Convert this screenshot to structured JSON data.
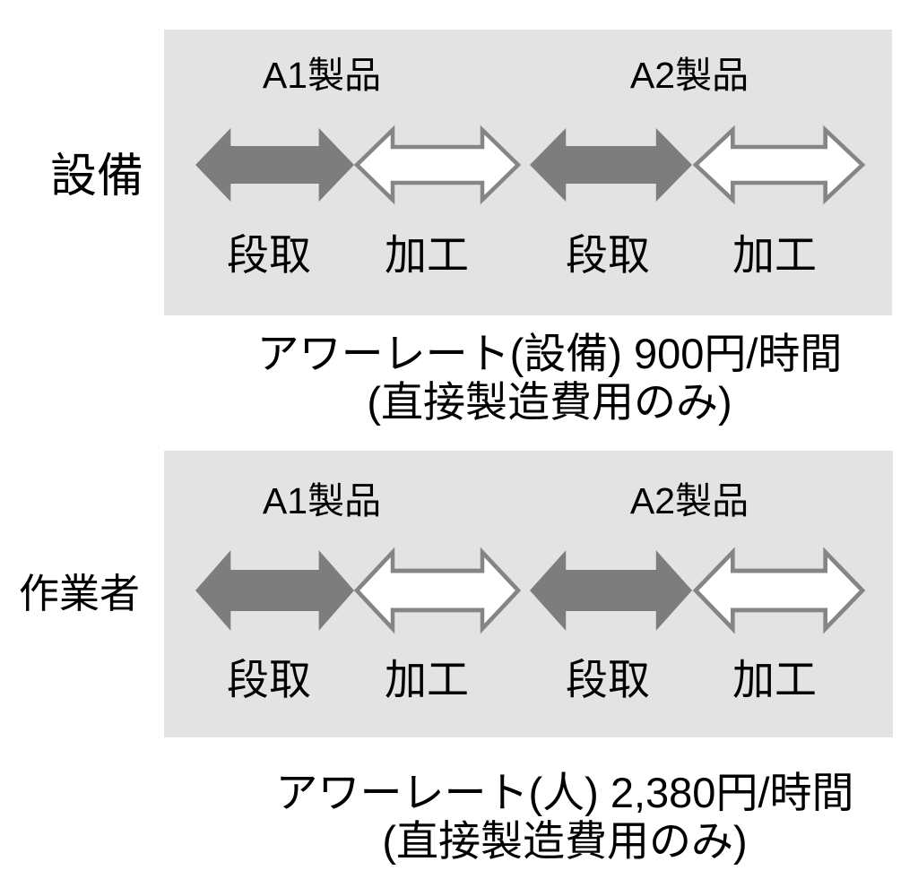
{
  "diagram": {
    "rows": [
      {
        "row_label": "設備",
        "products": [
          {
            "name": "A1製品",
            "phases": [
              {
                "label": "段取",
                "type": "setup"
              },
              {
                "label": "加工",
                "type": "processing"
              }
            ]
          },
          {
            "name": "A2製品",
            "phases": [
              {
                "label": "段取",
                "type": "setup"
              },
              {
                "label": "加工",
                "type": "processing"
              }
            ]
          }
        ],
        "caption_line1": "アワーレート(設備) 900円/時間",
        "caption_line2": "(直接製造費用のみ)"
      },
      {
        "row_label": "作業者",
        "products": [
          {
            "name": "A1製品",
            "phases": [
              {
                "label": "段取",
                "type": "setup"
              },
              {
                "label": "加工",
                "type": "processing"
              }
            ]
          },
          {
            "name": "A2製品",
            "phases": [
              {
                "label": "段取",
                "type": "setup"
              },
              {
                "label": "加工",
                "type": "processing"
              }
            ]
          }
        ],
        "caption_line1": "アワーレート(人) 2,380円/時間",
        "caption_line2": "(直接製造費用のみ)"
      }
    ],
    "colors": {
      "panel_bg": "#e3e3e3",
      "setup_arrow_fill": "#7d7d7d",
      "processing_arrow_fill": "#ffffff",
      "processing_arrow_stroke": "#858585",
      "text": "#000000"
    }
  }
}
